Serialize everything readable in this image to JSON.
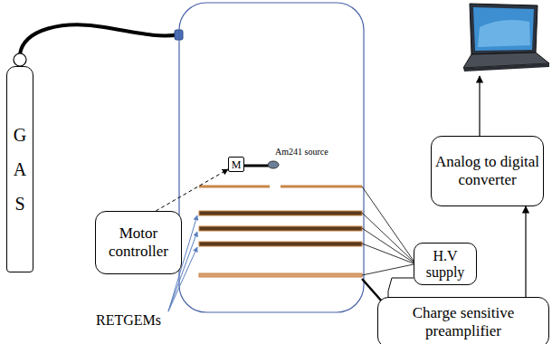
{
  "diagram": {
    "nodes": [
      {
        "text": [
          "G A S"
        ]
      },
      {
        "text": [
          "Analog to digital converter"
        ]
      },
      {
        "text": [
          "M"
        ]
      },
      {
        "text": [
          "Motor controller"
        ]
      },
      {
        "text": [
          "H.V supply"
        ]
      },
      {
        "text": [
          "Charge sensitive preamplifier"
        ]
      }
    ],
    "edges": [
      {
        "from": 3,
        "to": 2,
        "arrow": "to"
      },
      {
        "from": 5,
        "to": 1,
        "arrow": "to"
      },
      {
        "from": 4,
        "to": 5,
        "arrow": "none"
      }
    ],
    "labels": [
      "Am241 source",
      "RETGEMs"
    ]
  }
}
